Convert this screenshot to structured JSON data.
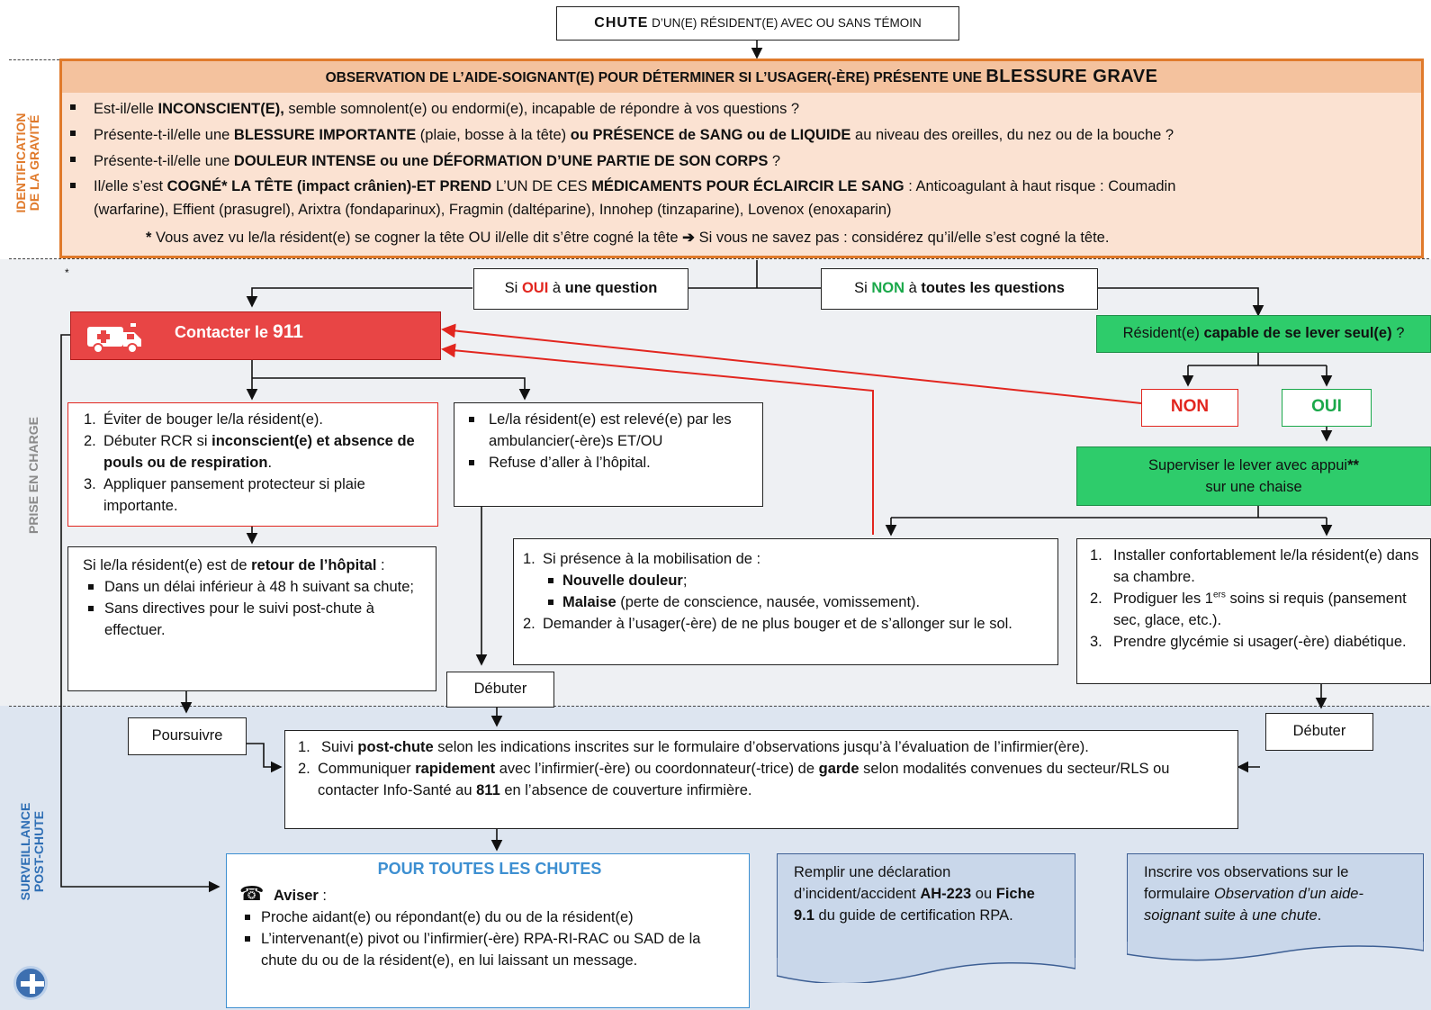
{
  "top": {
    "chute_bold": "CHUTE",
    "chute_rest": " D’UN(E) RÉSIDENT(E) AVEC OU SANS TÉMOIN"
  },
  "sections": {
    "identification": "IDENTIFICATION",
    "identification2": "DE LA GRAVITÉ",
    "prise": "PRISE EN CHARGE",
    "surveillance": "SURVEILLANCE",
    "surveillance2": "POST-CHUTE"
  },
  "observation": {
    "title_a": "OBSERVATION DE L’AIDE-SOIGNANT(E) POUR DÉTERMINER SI L’USAGER(-ÈRE) PRÉSENTE UNE ",
    "title_b": "BLESSURE GRAVE",
    "q1_a": "Est-il/elle ",
    "q1_b": "INCONSCIENT(E),",
    "q1_c": " semble somnolent(e) ou endormi(e), incapable de répondre à vos questions ?",
    "q2_a": "Présente-t-il/elle une ",
    "q2_b": "BLESSURE IMPORTANTE",
    "q2_c": " (plaie, bosse à la tête) ",
    "q2_d": "ou PRÉSENCE de SANG ou de LIQUIDE",
    "q2_e": " au niveau des oreilles, du nez ou de la bouche ?",
    "q3_a": "Présente-t-il/elle une ",
    "q3_b": "DOULEUR INTENSE ou une DÉFORMATION D’UNE PARTIE DE SON CORPS",
    "q3_c": " ?",
    "q4_a": "Il/elle s’est ",
    "q4_b": "COGNÉ* LA TÊTE (impact crânien)-ET PREND",
    "q4_c": " L’UN DE CES ",
    "q4_d": "MÉDICAMENTS POUR ÉCLAIRCIR LE SANG",
    "q4_e": " : Anticoagulant à haut risque : Coumadin",
    "q4_f": "(warfarine), Effient (prasugrel), Arixtra (fondaparinux), Fragmin (daltéparine), Innohep (tinzaparine), Lovenox (enoxaparin)",
    "note_a": "* ",
    "note_b": "Vous avez vu le/la résident(e) se cogner la tête OU il/elle dit s’être cogné la tête ",
    "note_arrow": "➔",
    "note_c": " Si vous ne savez pas : considérez qu’il/elle s’est cogné la tête."
  },
  "branch": {
    "oui_a": "Si ",
    "oui_b": "OUI",
    "oui_c": " à ",
    "oui_d": "une question",
    "non_a": "Si ",
    "non_b": "NON",
    "non_c": " à ",
    "non_d": "toutes les questions"
  },
  "call911": {
    "label_a": "Contacter le ",
    "label_b": "911",
    "star": "*"
  },
  "capable": {
    "a": "Résident(e) ",
    "b": "capable de se lever seul(e)",
    "c": " ?"
  },
  "non_box": "NON",
  "oui_box": "OUI",
  "superviser": {
    "a": "Superviser le lever avec appui",
    "b": "**",
    "c": "sur une chaise"
  },
  "steps1": {
    "i1": "Éviter de bouger le/la résident(e).",
    "i2_a": "Débuter RCR si ",
    "i2_b": "inconscient(e) et absence de pouls ou de respiration",
    "i2_c": ".",
    "i3": "Appliquer pansement protecteur si plaie importante."
  },
  "releve": {
    "i1": "Le/la résident(e) est relevé(e) par les ambulancier(-ère)s ET/OU",
    "i2": "Refuse d’aller à l’hôpital."
  },
  "retour": {
    "a": "Si le/la résident(e) est de ",
    "b": "retour de l’hôpital",
    "c": " :",
    "i1": "Dans un délai inférieur à 48 h suivant sa chute;",
    "i2": "Sans directives pour le suivi post-chute à effectuer."
  },
  "presence": {
    "t": "Si présence à la mobilisation de :",
    "s1": "Nouvelle douleur",
    "s1c": ";",
    "s2": "Malaise",
    "s2c": " (perte de conscience, nausée, vomissement).",
    "t2": "Demander à l’usager(-ère) de ne plus bouger et de s’allonger sur le sol."
  },
  "installer": {
    "i1": "Installer confortablement le/la résident(e) dans sa chambre.",
    "i2_a": "Prodiguer les 1",
    "i2_sup": "ers",
    "i2_b": " soins si requis (pansement sec, glace, etc.).",
    "i3": "Prendre glycémie si usager(-ère) diabétique."
  },
  "debuter1": "Débuter",
  "poursuivre": "Poursuivre",
  "debuter2": "Débuter",
  "suivi": {
    "i1_a": "Suivi ",
    "i1_b": "post-chute",
    "i1_c": " selon les indications inscrites sur le formulaire d’observations jusqu’à l’évaluation de l’infirmier(ère).",
    "i2_a": "Communiquer ",
    "i2_b": "rapidement",
    "i2_c": " avec l’infirmier(-ère) ou coordonnateur(-trice) de ",
    "i2_d": "garde",
    "i2_e": " selon modalités convenues du secteur/RLS ou contacter Info-Santé au ",
    "i2_f": "811",
    "i2_g": " en l’absence de couverture infirmière."
  },
  "toutes": {
    "title": "POUR TOUTES LES CHUTES",
    "aviser": "Aviser",
    "aviser_c": " :",
    "i1": "Proche aidant(e) ou répondant(e) du ou de la résident(e)",
    "i2": "L’intervenant(e) pivot ou l’infirmier(-ère) RPA-RI-RAC ou SAD de la chute du ou de la résident(e), en lui laissant un message."
  },
  "declaration": {
    "a": "Remplir une déclaration d’incident/accident ",
    "b": "AH-223",
    "c": " ou ",
    "d": "Fiche 9.1",
    "e": " du guide de certification RPA."
  },
  "inscrire": {
    "a": "Inscrire vos observations sur le formulaire ",
    "b": "Observation d’un aide-soignant suite à une chute",
    "c": "."
  },
  "colors": {
    "orange": "#e07a2b",
    "red": "#e84545",
    "green": "#2ecc6b",
    "blue": "#3d8fd1"
  }
}
